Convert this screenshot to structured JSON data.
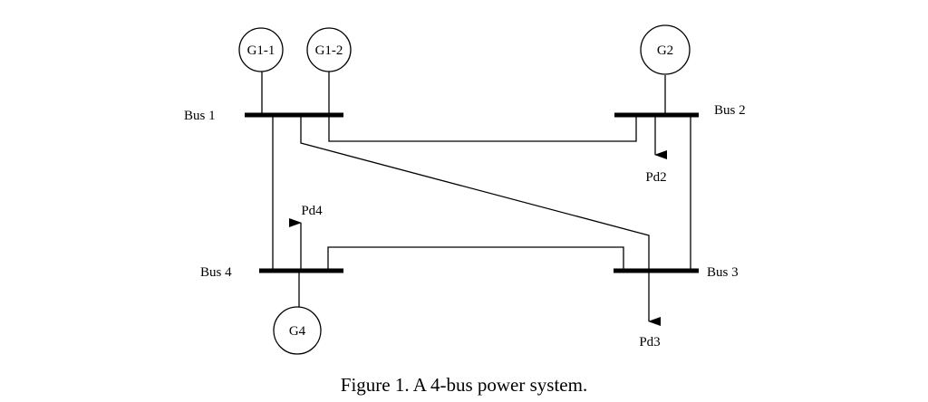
{
  "caption": "Figure 1. A 4-bus power system.",
  "buses": {
    "bus1": "Bus 1",
    "bus2": "Bus 2",
    "bus3": "Bus 3",
    "bus4": "Bus 4"
  },
  "generators": {
    "g1_1": "G1-1",
    "g1_2": "G1-2",
    "g2": "G2",
    "g4": "G4"
  },
  "loads": {
    "pd2": "Pd2",
    "pd3": "Pd3",
    "pd4": "Pd4"
  },
  "colors": {
    "line": "#000000",
    "background": "#ffffff"
  }
}
